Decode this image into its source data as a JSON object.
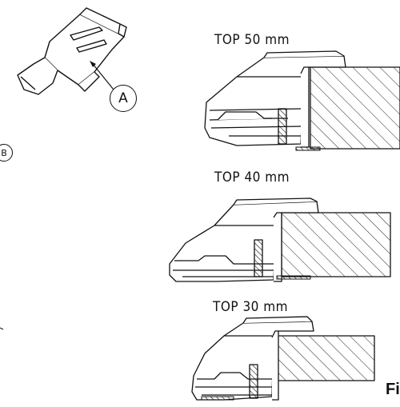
{
  "callouts": {
    "a": "A",
    "b": "B"
  },
  "labels": {
    "top_50": "TOP 50 mm",
    "top_40": "TOP 40 mm",
    "top_30": "TOP 30 mm"
  },
  "figure_label": "Fi"
}
